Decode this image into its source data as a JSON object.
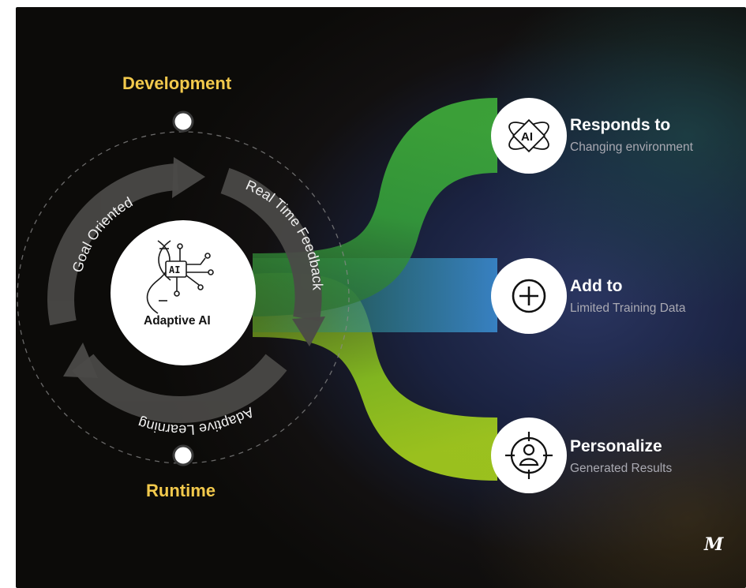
{
  "center": {
    "label": "Adaptive AI",
    "icon": "dna-ai-circuit-icon"
  },
  "cycle": {
    "top_label": "Development",
    "bottom_label": "Runtime",
    "arc_labels": {
      "left": "Goal Oriented",
      "right": "Real Time Feedback",
      "bottom": "Adaptive Learning"
    }
  },
  "features": [
    {
      "title": "Responds to",
      "subtitle": "Changing environment",
      "icon": "ai-atom-icon"
    },
    {
      "title": "Add to",
      "subtitle": "Limited Training Data",
      "icon": "plus-circle-icon"
    },
    {
      "title": "Personalize",
      "subtitle": "Generated Results",
      "icon": "user-target-icon"
    }
  ],
  "logo": {
    "text": "M",
    "icon": "brand-logo-icon"
  },
  "colors": {
    "accent_yellow": "#f2c94c",
    "green": "#3fa535",
    "blue": "#3b8fd6",
    "background": "#0d0c0a",
    "node": "#ffffff"
  }
}
